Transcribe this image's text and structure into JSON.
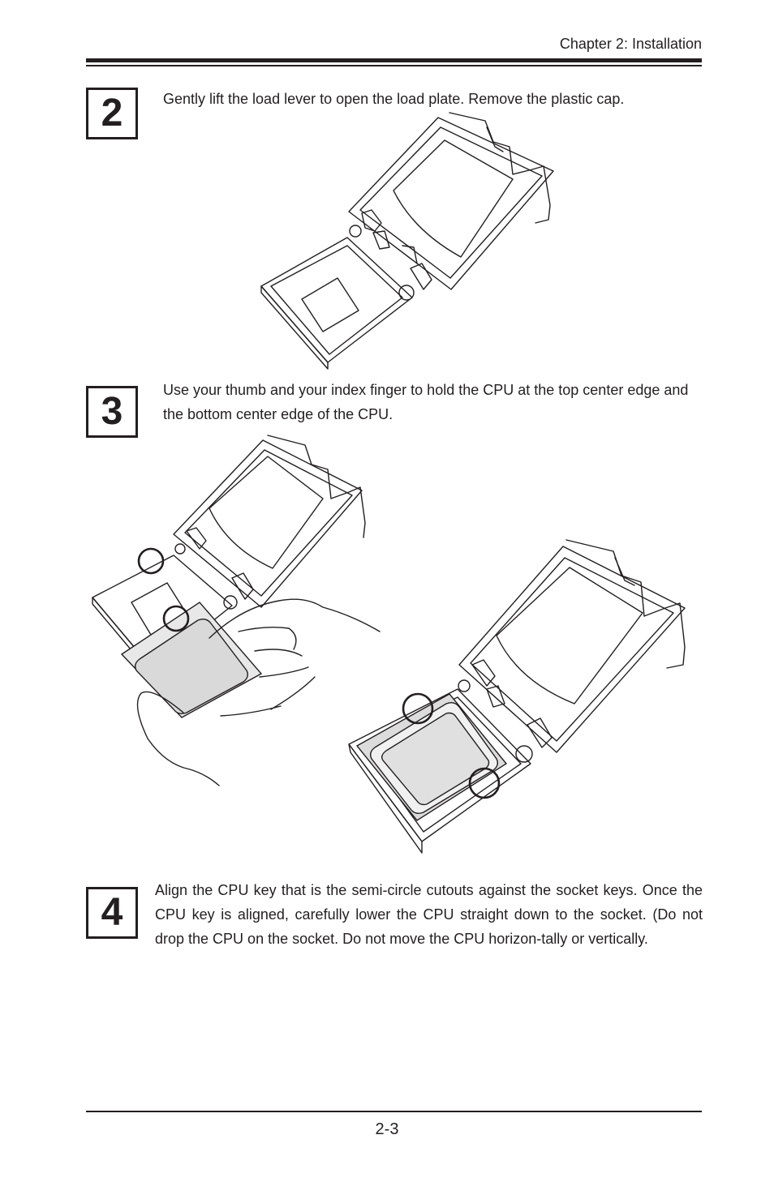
{
  "header": {
    "chapter": "Chapter 2: Installation"
  },
  "steps": [
    {
      "number": "2",
      "text": "Gently lift the load lever to open the load plate. Remove the plastic cap."
    },
    {
      "number": "3",
      "text": "Use your thumb and your index finger to hold the CPU at the top center edge and the bottom center edge of the CPU."
    },
    {
      "number": "4",
      "text": "Align the CPU key that is the semi-circle cutouts against the socket keys. Once the CPU key is aligned, carefully lower the CPU straight down to the socket.  (Do not drop the CPU on the socket. Do not move the CPU horizon-tally or vertically."
    }
  ],
  "footer": {
    "page_number": "2-3"
  }
}
